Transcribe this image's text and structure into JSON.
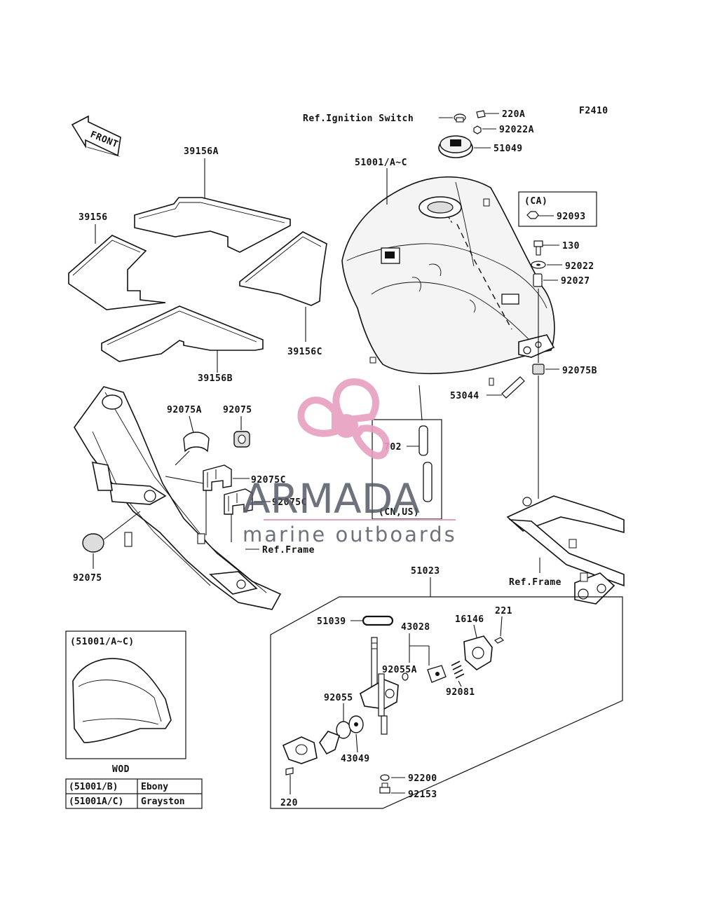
{
  "diagram_code": "F2410",
  "front_label": "FRONT",
  "labels": {
    "ref_ignition": "Ref.Ignition Switch",
    "p220A": "220A",
    "p92022A": "92022A",
    "p51049": "51049",
    "p51001": "51001/A~C",
    "ca_title": "(CA)",
    "p92093": "92093",
    "p130": "130",
    "p92022": "92022",
    "p92027": "92027",
    "p92075B": "92075B",
    "p53044": "53044",
    "p39156A": "39156A",
    "p39156": "39156",
    "p39156C": "39156C",
    "p39156B": "39156B",
    "p92075A": "92075A",
    "p92075_top": "92075",
    "p92075C_1": "92075C",
    "p92075C_2": "92075C",
    "ref_frame_left": "Ref.Frame",
    "p92075_bottom": "92075",
    "p702": "702",
    "cn_us": "(CN,US)",
    "ref_frame_right": "Ref.Frame",
    "p51023": "51023",
    "p51039": "51039",
    "p43028": "43028",
    "p16146": "16146",
    "p221": "221",
    "p92055A": "92055A",
    "p92081": "92081",
    "p92055": "92055",
    "p43049": "43049",
    "p92200": "92200",
    "p92153": "92153",
    "p220": "220",
    "inset_title": "(51001/A~C)",
    "wod": "WOD"
  },
  "color_table": [
    {
      "code": "(51001/B)",
      "color": "Ebony"
    },
    {
      "code": "(51001A/C)",
      "color": "Grayston"
    }
  ],
  "watermark": {
    "brand": "ARMADA",
    "tagline": "marine outboards",
    "logo_color": "#e79fbf"
  }
}
